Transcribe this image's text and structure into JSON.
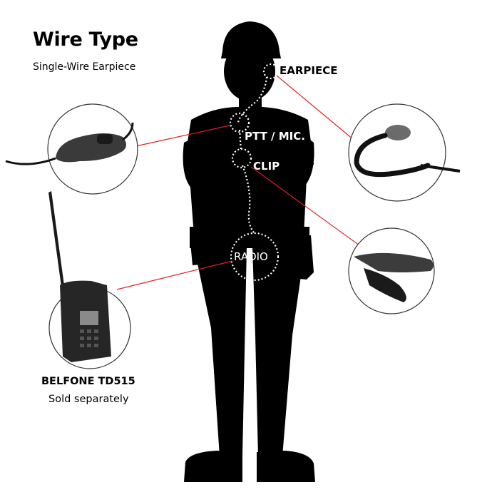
{
  "title": "Wire Type",
  "subtitle": "Single-Wire Earpiece",
  "labels": {
    "earpiece": "EARPIECE",
    "ptt": "PTT / MIC.",
    "clip": "CLIP",
    "radio": "RADIO"
  },
  "radio_caption": {
    "model": "BELFONE TD515",
    "note": "Sold separately"
  },
  "colors": {
    "silhouette": "#000000",
    "callout_line": "#e02020",
    "circle_border": "#333333",
    "background": "#ffffff"
  }
}
